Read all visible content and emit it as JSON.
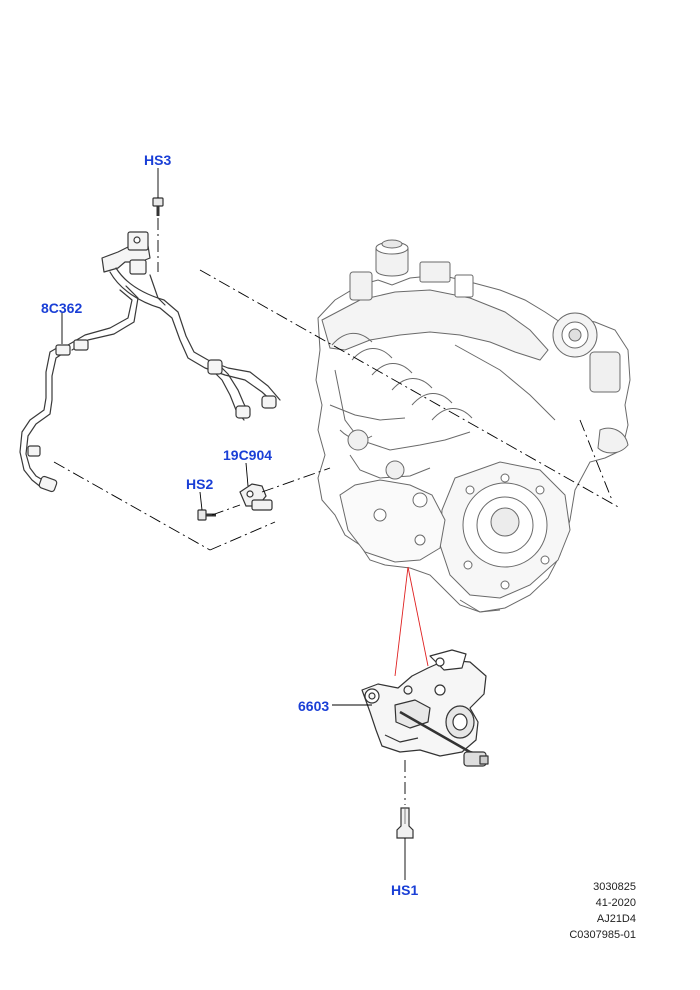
{
  "callouts": {
    "hs3": "HS3",
    "part_8c362": "8C362",
    "part_19c904": "19C904",
    "hs2": "HS2",
    "part_6603": "6603",
    "hs1": "HS1"
  },
  "reference": {
    "line1": "3030825",
    "line2": "41-2020",
    "line3": "AJ21D4",
    "line4": "C0307985-01"
  },
  "colors": {
    "callout": "#1a3fd6",
    "leader": "#000000",
    "oil_path": "#e02020"
  }
}
